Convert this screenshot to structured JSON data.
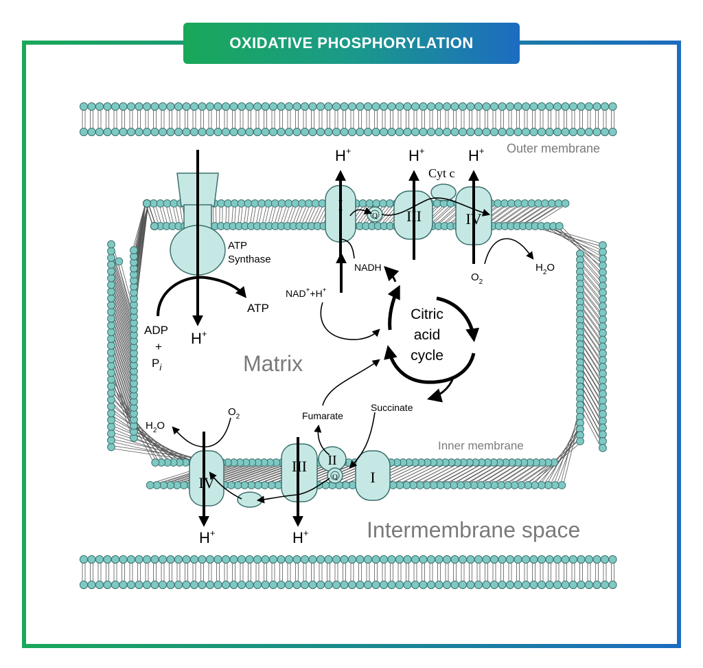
{
  "title": "OXIDATIVE PHOSPHORYLATION",
  "colors": {
    "membrane": "#7fc9c4",
    "membrane_stroke": "#3a6f6c",
    "protein": "#c6e8e4",
    "frame_left": "#19a859",
    "frame_right": "#1c6cc0",
    "region_label": "#7a7a7a"
  },
  "regions": {
    "outer_membrane": "Outer membrane",
    "inner_membrane": "Inner membrane",
    "matrix": "Matrix",
    "intermembrane_space": "Intermembrane space"
  },
  "complexes": {
    "c1": "I",
    "c2": "II",
    "c3": "III",
    "c4": "IV",
    "q": "Q",
    "cyt_c": "Cyt c",
    "atp_synthase_line1": "ATP",
    "atp_synthase_line2": "Synthase"
  },
  "molecules": {
    "h": "H",
    "plus": "+",
    "atp": "ATP",
    "adp": "ADP",
    "pi": "P",
    "pi_sub": "i",
    "nadh": "NADH",
    "nad": "NAD",
    "nad_h": "+H",
    "h2o_h": "H",
    "h2o_2": "2",
    "h2o_o": "O",
    "o2_o": "O",
    "o2_2": "2",
    "fumarate": "Fumarate",
    "succinate": "Succinate",
    "cycle_line1": "Citric",
    "cycle_line2": "acid",
    "cycle_line3": "cycle"
  }
}
